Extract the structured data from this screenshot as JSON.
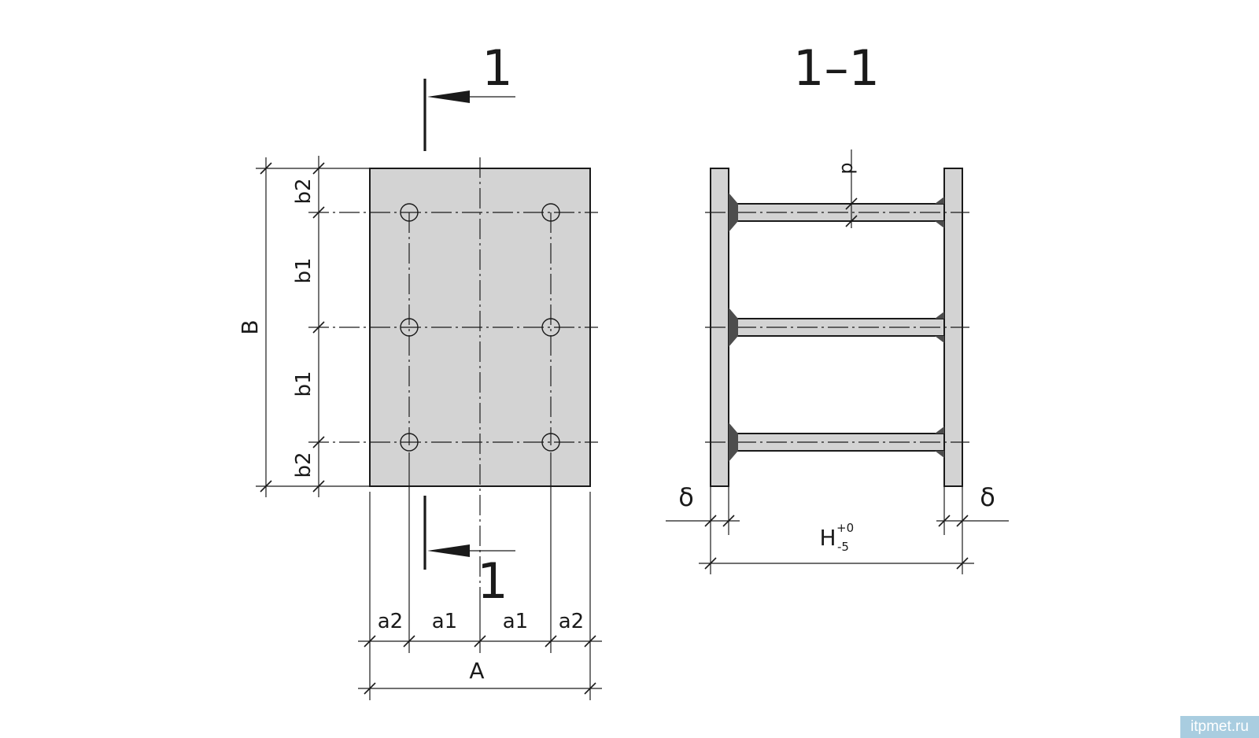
{
  "plan_view": {
    "section_mark_top": "1",
    "section_mark_bottom": "1",
    "dim_total_height": "B",
    "dim_b2_top": "b2",
    "dim_b1_upper": "b1",
    "dim_b1_lower": "b1",
    "dim_b2_bottom": "b2",
    "dim_a2_left": "a2",
    "dim_a1_left": "a1",
    "dim_a1_right": "a1",
    "dim_a2_right": "a2",
    "dim_total_width": "A"
  },
  "section_view": {
    "title": "1–1",
    "dim_d": "d",
    "dim_delta_left": "δ",
    "dim_delta_right": "δ",
    "dim_height": "H",
    "tolerance_upper": "+0",
    "tolerance_lower": "-5"
  },
  "watermark": "itpmet.ru",
  "colors": {
    "plate_fill": "#d3d3d3",
    "line": "#1a1a1a",
    "weld": "#4d4d4d",
    "watermark_bg": "#a9cde0"
  }
}
